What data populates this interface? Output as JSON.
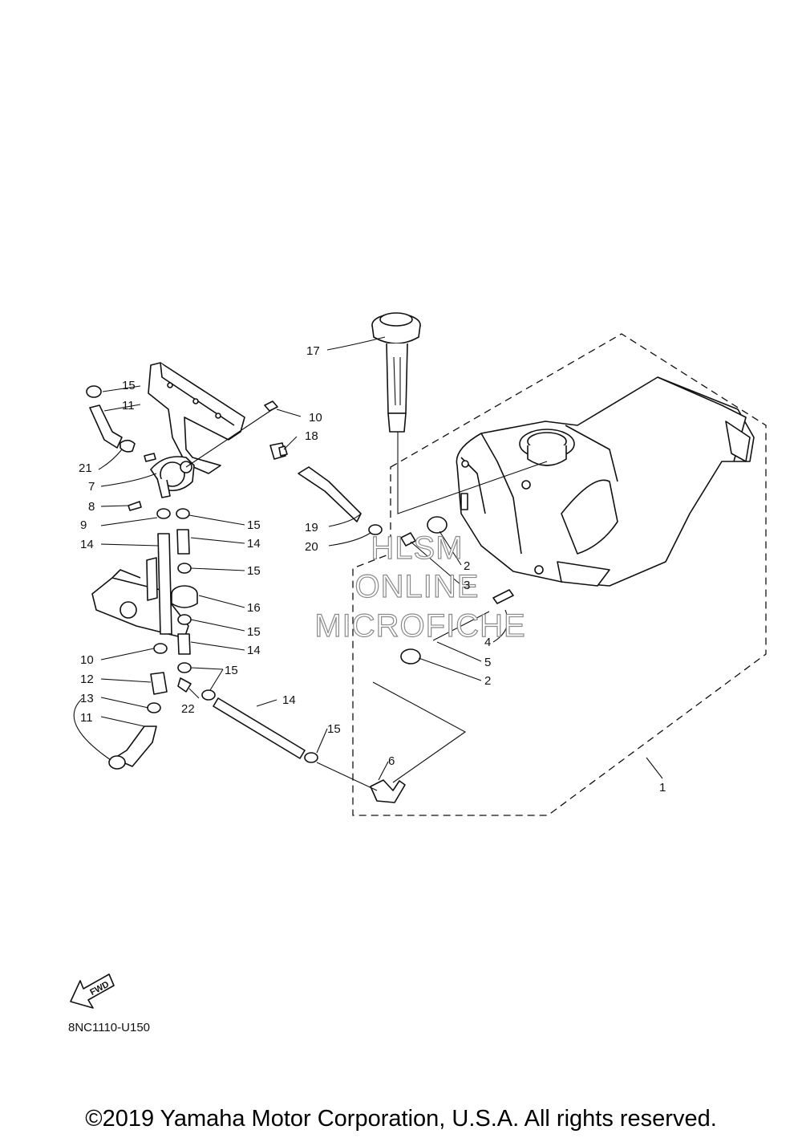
{
  "callouts": [
    {
      "id": "c1",
      "text": "1"
    },
    {
      "id": "c2a",
      "text": "2"
    },
    {
      "id": "c2b",
      "text": "2"
    },
    {
      "id": "c3",
      "text": "3"
    },
    {
      "id": "c4",
      "text": "4"
    },
    {
      "id": "c5",
      "text": "5"
    },
    {
      "id": "c6",
      "text": "6"
    },
    {
      "id": "c7",
      "text": "7"
    },
    {
      "id": "c8",
      "text": "8"
    },
    {
      "id": "c9",
      "text": "9"
    },
    {
      "id": "c10a",
      "text": "10"
    },
    {
      "id": "c10b",
      "text": "10"
    },
    {
      "id": "c11a",
      "text": "11"
    },
    {
      "id": "c11b",
      "text": "11"
    },
    {
      "id": "c12",
      "text": "12"
    },
    {
      "id": "c13",
      "text": "13"
    },
    {
      "id": "c14a",
      "text": "14"
    },
    {
      "id": "c14b",
      "text": "14"
    },
    {
      "id": "c14c",
      "text": "14"
    },
    {
      "id": "c14d",
      "text": "14"
    },
    {
      "id": "c15a",
      "text": "15"
    },
    {
      "id": "c15b",
      "text": "15"
    },
    {
      "id": "c15c",
      "text": "15"
    },
    {
      "id": "c15d",
      "text": "15"
    },
    {
      "id": "c15e",
      "text": "15"
    },
    {
      "id": "c15f",
      "text": "15"
    },
    {
      "id": "c16",
      "text": "16"
    },
    {
      "id": "c17",
      "text": "17"
    },
    {
      "id": "c18",
      "text": "18"
    },
    {
      "id": "c19",
      "text": "19"
    },
    {
      "id": "c20",
      "text": "20"
    },
    {
      "id": "c21",
      "text": "21"
    },
    {
      "id": "c22",
      "text": "22"
    }
  ],
  "watermark": [
    "HLSM",
    "ONLINE",
    "MICROFICHE"
  ],
  "fwd_label": "FWD",
  "diagram_code": "8NC1110-U150",
  "copyright": "©2019 Yamaha Motor Corporation, U.S.A. All rights reserved."
}
